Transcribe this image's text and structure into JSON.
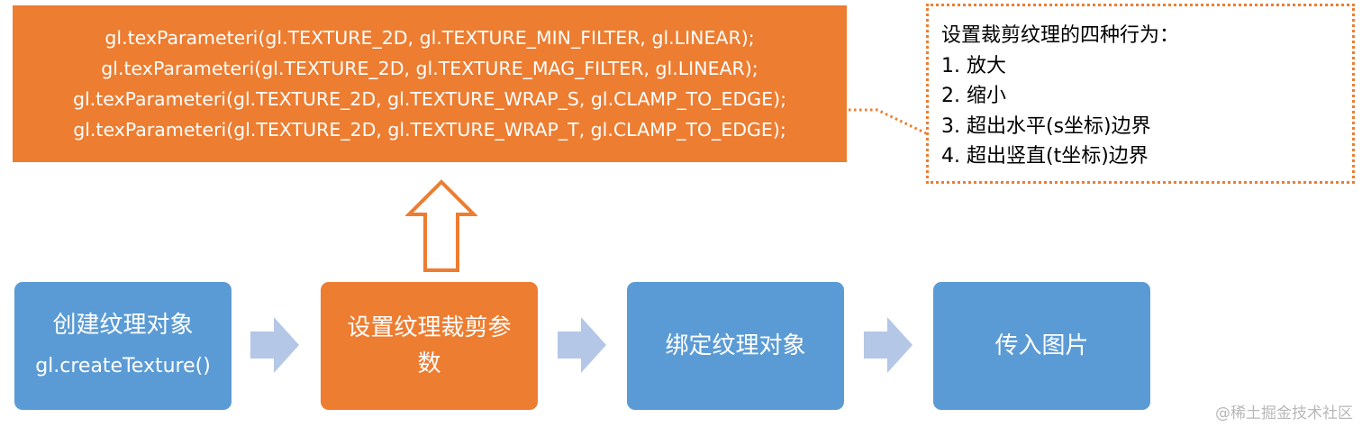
{
  "code_block": {
    "lines": [
      "gl.texParameteri(gl.TEXTURE_2D, gl.TEXTURE_MIN_FILTER, gl.LINEAR);",
      "gl.texParameteri(gl.TEXTURE_2D, gl.TEXTURE_MAG_FILTER, gl.LINEAR);",
      "gl.texParameteri(gl.TEXTURE_2D, gl.TEXTURE_WRAP_S, gl.CLAMP_TO_EDGE);",
      "gl.texParameteri(gl.TEXTURE_2D, gl.TEXTURE_WRAP_T, gl.CLAMP_TO_EDGE);"
    ],
    "color": "#ED7D31"
  },
  "callout": {
    "title": "设置裁剪纹理的四种行为：",
    "items": [
      "1. 放大",
      "2. 缩小",
      "3. 超出水平(s坐标)边界",
      "4. 超出竖直(t坐标)边界"
    ]
  },
  "flow": {
    "steps": [
      {
        "label": "创建纹理对象",
        "sub": "gl.createTexture()",
        "color": "#5B9BD5"
      },
      {
        "label": "设置纹理裁剪参数",
        "sub": "",
        "color": "#ED7D31"
      },
      {
        "label": "绑定纹理对象",
        "sub": "",
        "color": "#5B9BD5"
      },
      {
        "label": "传入图片",
        "sub": "",
        "color": "#5B9BD5"
      }
    ],
    "arrow_color": "#B4C7E7"
  },
  "watermark": "@稀土掘金技术社区"
}
